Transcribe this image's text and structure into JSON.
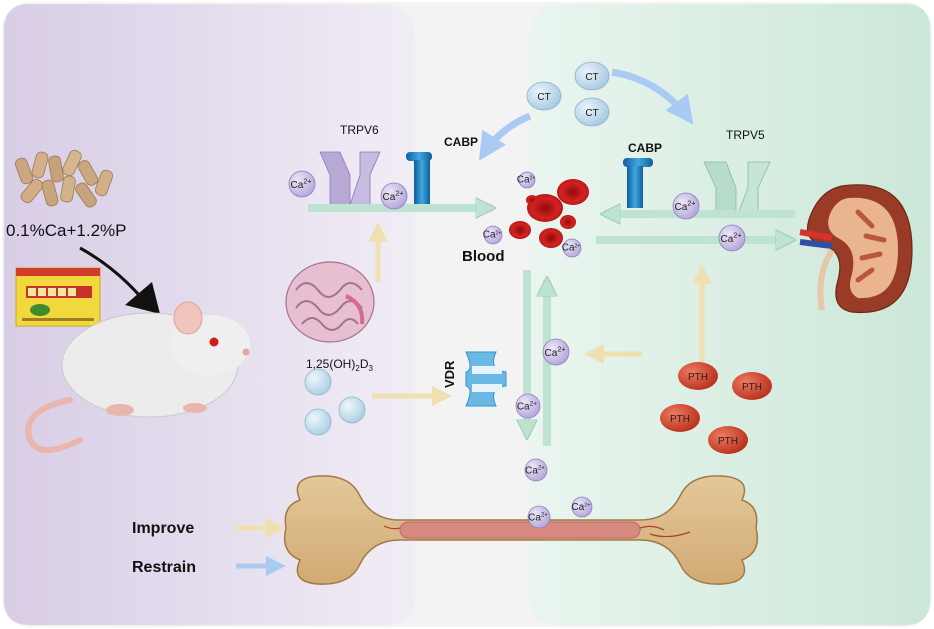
{
  "diet": {
    "label": "0.1%Ca+1.2%P"
  },
  "transporters": {
    "trpv6": "TRPV6",
    "trpv5": "TRPV5",
    "cabp_left": "CABP",
    "cabp_right": "CABP"
  },
  "hormones": {
    "ct_label": "CT",
    "pth_label": "PTH",
    "vitd": {
      "base": "1,25(OH)",
      "sub": "2",
      "mid": "D",
      "sub2": "3"
    },
    "vdr": "VDR"
  },
  "ion": {
    "base": "Ca",
    "sup": "2+"
  },
  "blood": {
    "label": "Blood"
  },
  "legend": {
    "improve": "Improve",
    "restrain": "Restrain"
  },
  "colors": {
    "improve_arrow": "#f0dfb0",
    "restrain_arrow": "#a9cbf3",
    "flow_arrow": "#bfe3d3",
    "pth": "#d9442f",
    "ct": "#c9e0f3",
    "ion": "#c8bce6",
    "left_bg": "#ddd3ea",
    "right_bg": "#d3ebdf"
  }
}
